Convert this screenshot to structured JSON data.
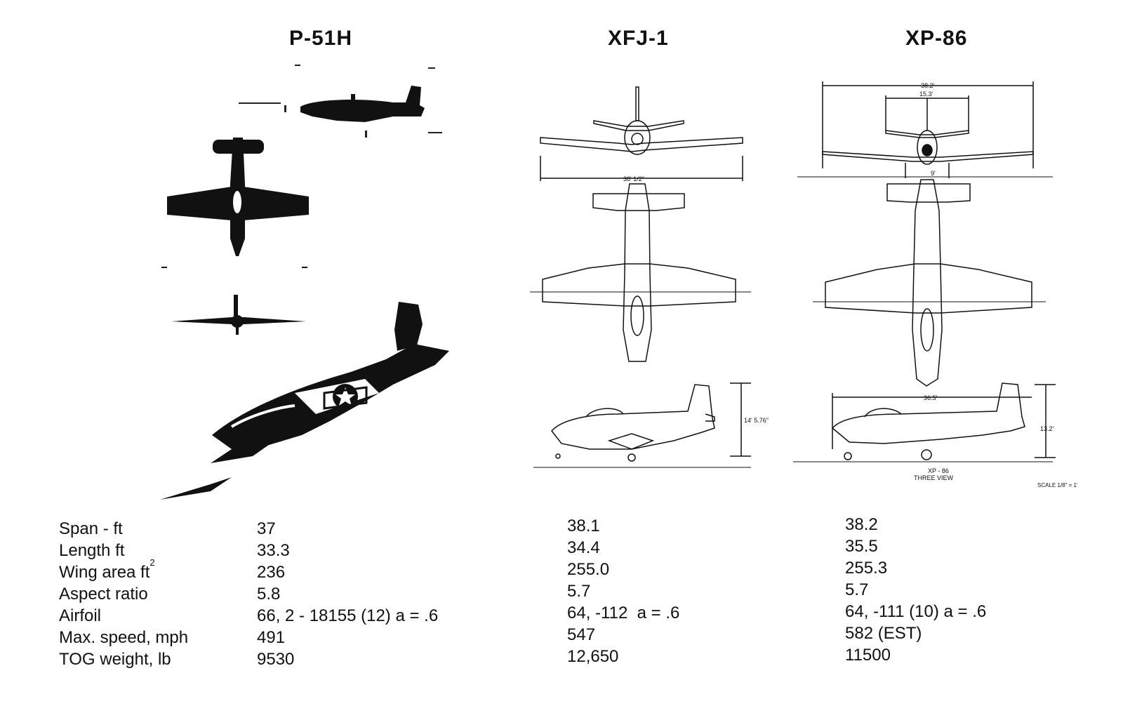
{
  "aircraft": [
    {
      "name": "P-51H",
      "values": [
        "37",
        "33.3",
        "236",
        "5.8",
        "66, 2 - 18155 (12) a = .6",
        "491",
        "9530"
      ]
    },
    {
      "name": "XFJ-1",
      "values": [
        "38.1",
        "34.4",
        "255.0",
        "5.7",
        "64, -112  a = .6",
        "547",
        "12,650"
      ]
    },
    {
      "name": "XP-86",
      "values": [
        "38.2",
        "35.5",
        "255.3",
        "5.7",
        "64, -111 (10) a = .6",
        "582 (EST)",
        "11500"
      ]
    }
  ],
  "spec_labels": [
    "Span - ft",
    "Length ft",
    "Wing area ft",
    "Aspect ratio",
    "Airfoil",
    "Max. speed, mph",
    "TOG weight, lb"
  ],
  "wing_area_sup": "2",
  "drawing_text": {
    "xfj_span": "38' 1/2\"",
    "xfj_height": "14' 5.76\"",
    "xp_span": "38.2'",
    "xp_tail_span": "15.3'",
    "xp_track": "9'",
    "xp_length": "36.5'",
    "xp_height": "13.2'",
    "xp_caption": "XP - 86",
    "xp_caption2": "THREE VIEW",
    "scale_note": "SCALE 1/8\" = 1'"
  },
  "colors": {
    "ink": "#111111",
    "paper": "#ffffff"
  }
}
